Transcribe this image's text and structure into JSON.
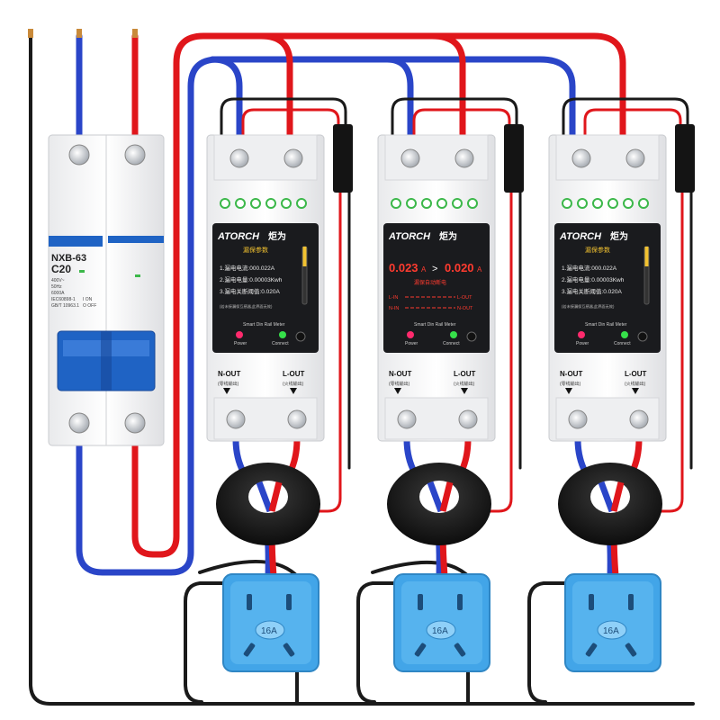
{
  "breaker": {
    "model": "NXB-63",
    "rating": "C20",
    "spec_lines": [
      "400V~",
      "50Hz",
      "6000A",
      "IEC60898-1",
      "GB/T 10963.1"
    ],
    "on_label": "I ON",
    "off_label": "O OFF"
  },
  "meter": {
    "brand": "ATORCH",
    "brand_cn": "炬为",
    "screen_title": "漏保参数",
    "params": [
      "1.漏电电流:000.022A",
      "2.漏电电量:0.00003Kwh",
      "3.漏电关断阈值:0.020A"
    ],
    "note": "(若未接漏保互感器,此界面无效)",
    "alarm_current": "0.023",
    "alarm_unit": "A",
    "alarm_compare": ">",
    "alarm_threshold": "0.020",
    "alarm_text": "漏保自动断电",
    "line_in": "L-IN",
    "line_out": "L-OUT",
    "neutral_in": "N-IN",
    "neutral_out": "N-OUT",
    "model_text": "Smart Din Rail Meter",
    "power_label": "Power",
    "connect_label": "Connect",
    "n_out": "N-OUT",
    "n_out_cn": "(零线输出)",
    "l_out": "L-OUT",
    "l_out_cn": "(火线输出)"
  },
  "socket": {
    "rating": "16A"
  },
  "colors": {
    "live_wire": "#e0161b",
    "neutral_wire": "#2a45c8",
    "ground_wire": "#1a1a1a",
    "socket": "#42a5e8",
    "breaker_blue": "#1f63c4",
    "screen_accent": "#f2c230",
    "alarm_red": "#ff3b2f",
    "terminal_green": "#3cb84a"
  }
}
